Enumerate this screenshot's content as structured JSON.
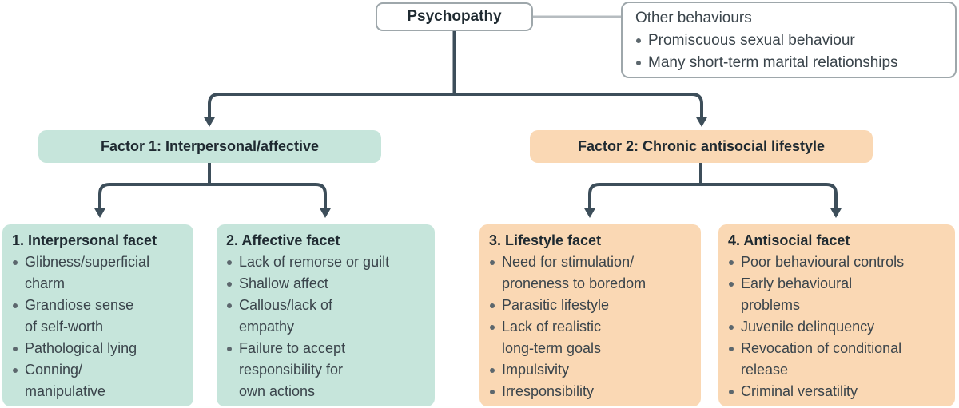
{
  "palette": {
    "factor1_fill": "#c6e5db",
    "factor2_fill": "#fad8b4",
    "connector_dark": "#3d4e5a",
    "connector_light": "#b6bcc0",
    "box_border": "#9ea7ab",
    "heading_text": "#1f2a31",
    "body_text": "#3a444b",
    "bullet_dot": "#5c676d"
  },
  "root_node": {
    "label": "Psychopathy"
  },
  "other_behaviours": {
    "title": "Other behaviours",
    "items": [
      "Promiscuous sexual behaviour",
      "Many short-term marital relationships"
    ]
  },
  "factor1": {
    "label": "Factor 1: Interpersonal/affective"
  },
  "factor2": {
    "label": "Factor 2: Chronic antisocial lifestyle"
  },
  "facet1": {
    "title": "1. Interpersonal facet",
    "items": [
      "Glibness/superficial\ncharm",
      "Grandiose sense\nof self-worth",
      "Pathological lying",
      "Conning/\nmanipulative"
    ]
  },
  "facet2": {
    "title": "2. Affective facet",
    "items": [
      "Lack of remorse or guilt",
      "Shallow affect",
      "Callous/lack of\nempathy",
      "Failure to accept\nresponsibility for\nown actions"
    ]
  },
  "facet3": {
    "title": "3. Lifestyle facet",
    "items": [
      "Need for stimulation/\nproneness to boredom",
      "Parasitic lifestyle",
      "Lack of realistic\nlong-term goals",
      "Impulsivity",
      "Irresponsibility"
    ]
  },
  "facet4": {
    "title": "4. Antisocial facet",
    "items": [
      "Poor behavioural controls",
      "Early behavioural\nproblems",
      "Juvenile delinquency",
      "Revocation of conditional\nrelease",
      "Criminal versatility"
    ]
  }
}
